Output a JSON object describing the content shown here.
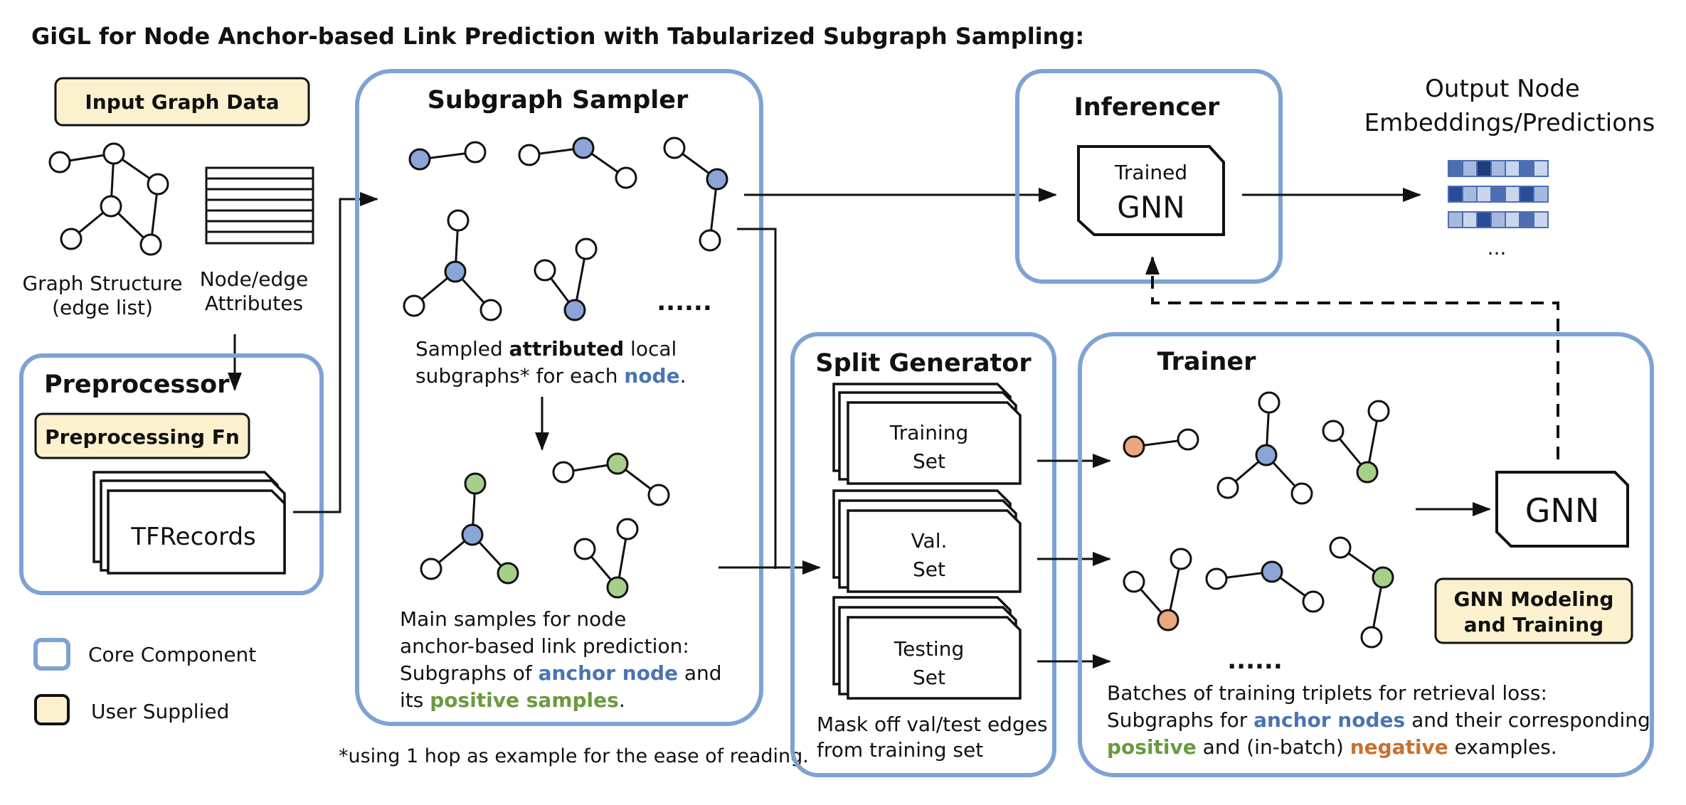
{
  "title": "GiGL for Node Anchor-based Link Prediction with Tabularized Subgraph Sampling:",
  "input": {
    "badge": "Input Graph Data",
    "graph_label_1": "Graph Structure",
    "graph_label_2": "(edge list)",
    "attr_label_1": "Node/edge",
    "attr_label_2": "Attributes"
  },
  "preprocessor": {
    "title": "Preprocessor",
    "badge": "Preprocessing Fn",
    "records": "TFRecords"
  },
  "sampler": {
    "title": "Subgraph Sampler",
    "ellipsis": "......",
    "caption1": {
      "line1_a": "Sampled ",
      "line1_b": "attributed",
      "line1_c": " local",
      "line2_a": "subgraphs* for each ",
      "line2_b": "node",
      "line2_c": "."
    },
    "caption2": {
      "line1": "Main samples for node",
      "line2": "anchor-based link prediction:",
      "line3_a": "Subgraphs of ",
      "line3_b": "anchor node",
      "line3_c": " and",
      "line4_a": "its ",
      "line4_b": "positive samples",
      "line4_c": "."
    },
    "footnote": "*using 1 hop as example for the ease of reading."
  },
  "inferencer": {
    "title": "Inferencer",
    "model_line1": "Trained",
    "model_line2": "GNN"
  },
  "output": {
    "title_line1": "Output Node",
    "title_line2": "Embeddings/Predictions",
    "ellipsis": "..."
  },
  "split": {
    "title": "Split Generator",
    "train_1": "Training",
    "train_2": "Set",
    "val_1": "Val.",
    "val_2": "Set",
    "test_1": "Testing",
    "test_2": "Set",
    "caption_1": "Mask off val/test edges",
    "caption_2": "from training set"
  },
  "trainer": {
    "title": "Trainer",
    "model": "GNN",
    "badge_1": "GNN Modeling",
    "badge_2": "and Training",
    "ellipsis": "......",
    "caption": {
      "line1": "Batches of training triplets for retrieval loss:",
      "line2_a": "Subgraphs for ",
      "line2_b": "anchor nodes",
      "line2_c": " and their corresponding",
      "line3_a": "positive",
      "line3_b": " and (in-batch) ",
      "line3_c": "negative",
      "line3_d": " examples."
    }
  },
  "legend": {
    "core": "Core Component",
    "user": "User Supplied"
  },
  "colors": {
    "core_border": "#7ea3d3",
    "user_fill": "#fcf1cf",
    "anchor_node": "#8aa5d6",
    "positive_node": "#a6cf8a",
    "negative_node": "#eba77e",
    "text_blue": "#4a74b2",
    "text_green": "#6a9a3e",
    "text_orange": "#c9702c"
  },
  "embedding_rows": [
    [
      "#4d6fb2",
      "#a5b9df",
      "#1f3c7c",
      "#a5b9df",
      "#c9d6ee",
      "#4d6fb2",
      "#c9d6ee"
    ],
    [
      "#2a4b96",
      "#a5b9df",
      "#c9d6ee",
      "#4d6fb2",
      "#c9d6ee",
      "#2a4b96",
      "#a5b9df"
    ],
    [
      "#a5b9df",
      "#c9d6ee",
      "#2a4b96",
      "#a5b9df",
      "#c9d6ee",
      "#4d6fb2",
      "#c9d6ee"
    ]
  ]
}
